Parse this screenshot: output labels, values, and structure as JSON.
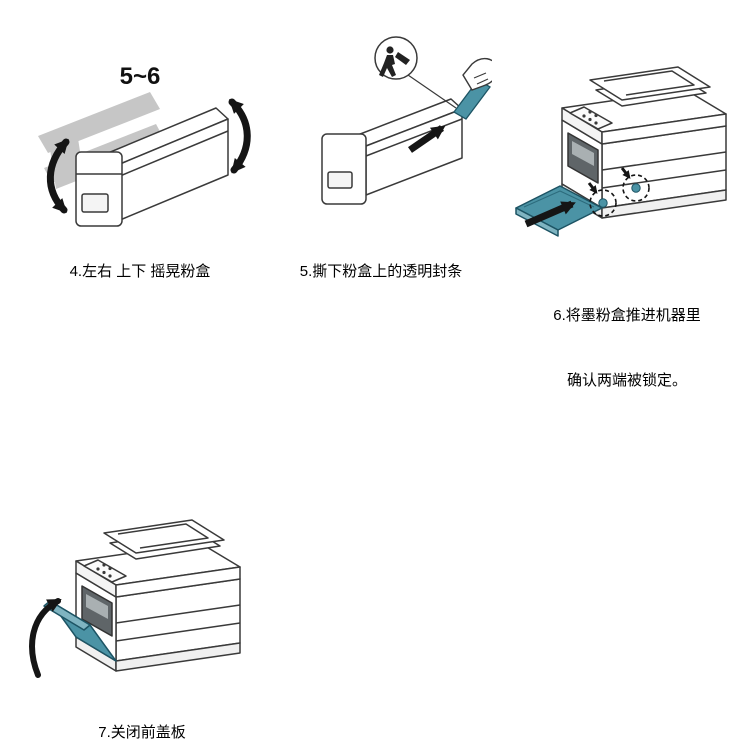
{
  "colors": {
    "accent_teal": "#4b93a5",
    "accent_teal_dark": "#1d5464",
    "accent_teal_light": "#7fb4c1",
    "line": "#3a3a3a",
    "arrow_black": "#151515",
    "ghost_gray": "#c6c6c6",
    "background": "#ffffff"
  },
  "steps": [
    {
      "caption": "4.左右 上下 摇晃粉盒",
      "shake_count_label": "5~6"
    },
    {
      "caption": "5.撕下粉盒上的透明封条"
    },
    {
      "caption": "6.将墨粉盒推进机器里",
      "caption_line2": "确认两端被锁定。"
    },
    {
      "caption": "7.关闭前盖板"
    }
  ]
}
